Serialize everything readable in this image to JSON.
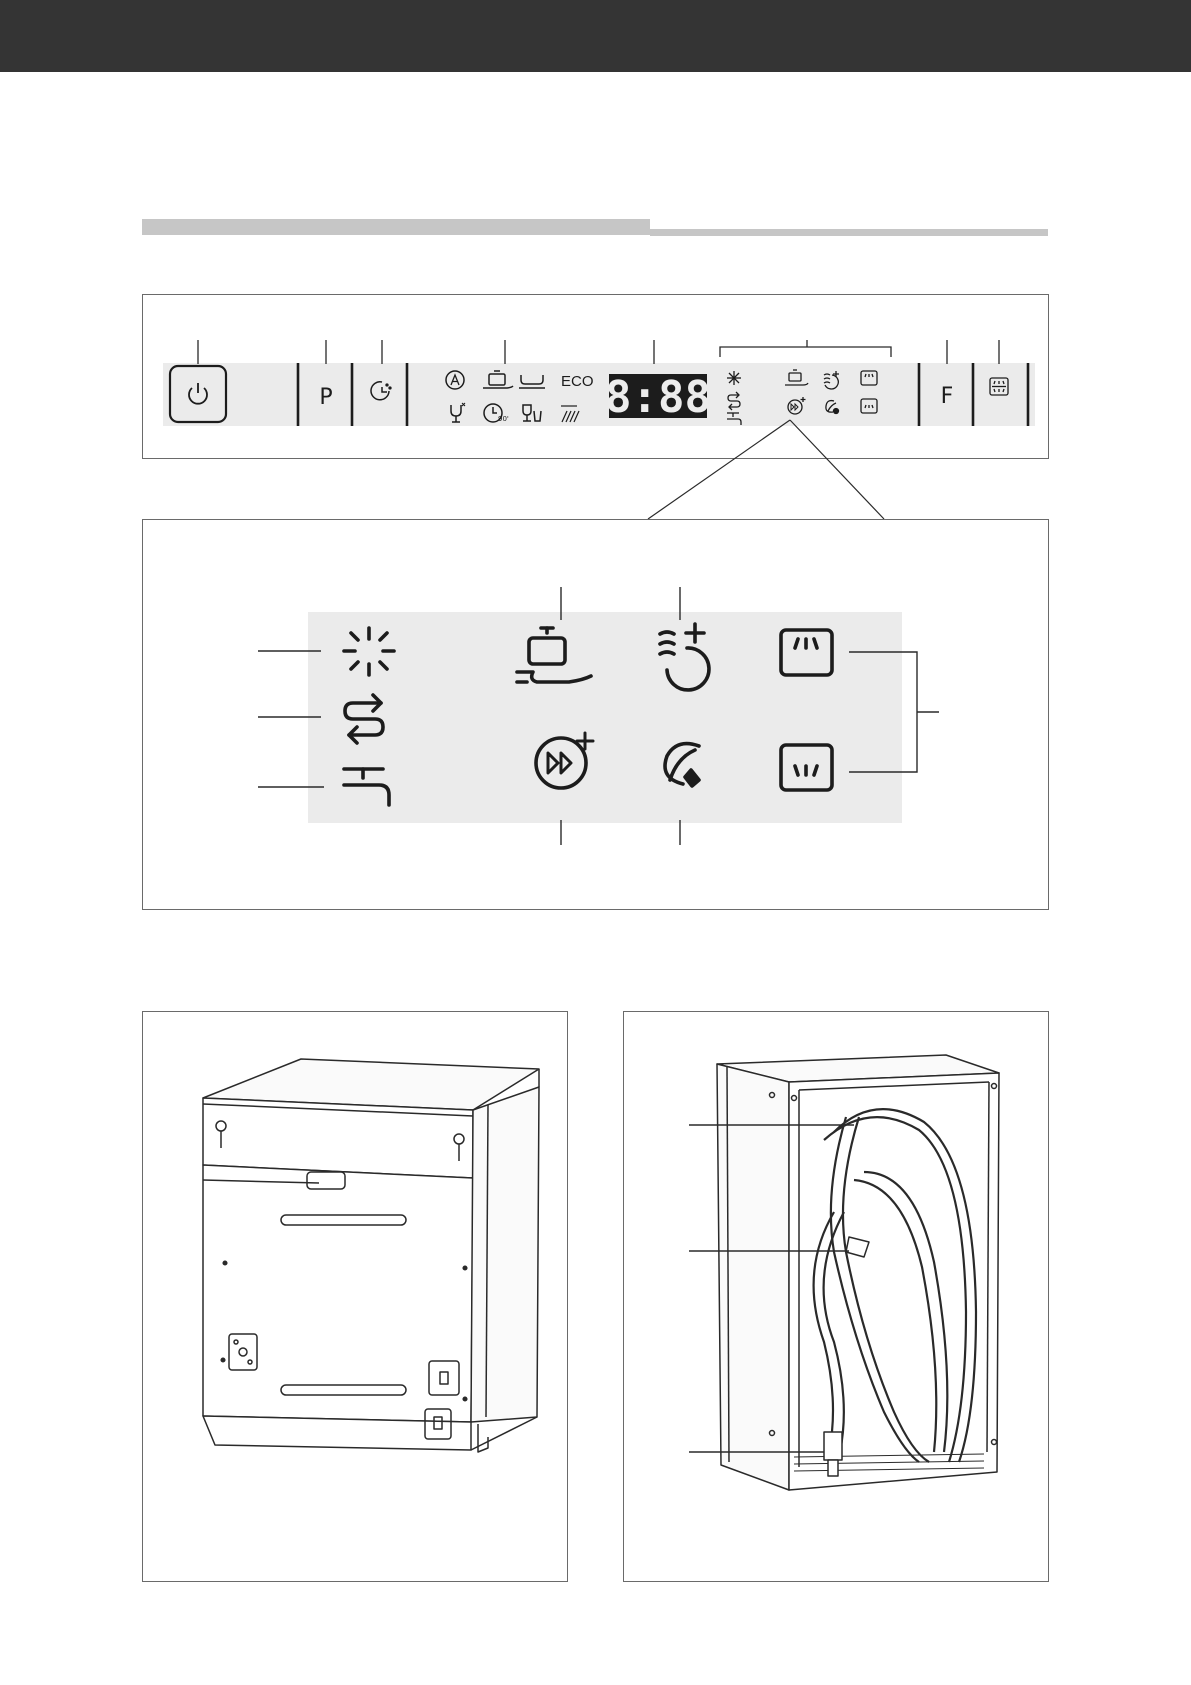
{
  "control_panel": {
    "program_key": "P",
    "function_key": "F",
    "eco_label": "ECO",
    "display_readout": "8:88",
    "icons": [
      "power-icon",
      "program-icon",
      "delay-timer-icon",
      "auto-program-icon",
      "intensive-pot-icon",
      "normal-plate-icon",
      "glass-program-icon",
      "quick-90-icon",
      "glass-cup-icon",
      "rinse-spray-icon",
      "rinse-aid-icon",
      "salt-icon",
      "water-tap-icon",
      "intensive-plus-icon",
      "extra-dry-icon",
      "speed-plus-icon",
      "eco-leaf-icon",
      "upper-basket-icon",
      "lower-basket-icon",
      "function-icon",
      "half-load-icon"
    ]
  },
  "zoom_panel": {
    "icons": [
      "rinse-aid-icon",
      "salt-icon",
      "water-tap-icon",
      "intensive-pot-icon",
      "extra-dry-icon",
      "speed-plus-icon",
      "eco-leaf-icon",
      "upper-basket-icon",
      "lower-basket-icon"
    ]
  },
  "illustrations": {
    "front": "dishwasher-front-view",
    "rear": "dishwasher-rear-view"
  },
  "colors": {
    "top_bar": "#343434",
    "rule": "#c6c6c6",
    "panel_strip": "#ebebeb",
    "line": "#2a2a2a"
  }
}
